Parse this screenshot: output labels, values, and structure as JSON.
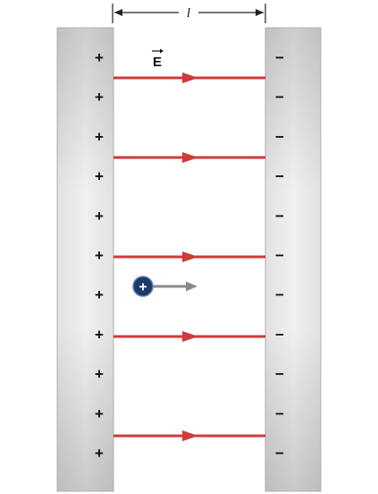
{
  "plate_separation_label": "l",
  "field_label": "E",
  "positive_sign": "+",
  "negative_sign": "−",
  "charge_sign": "+",
  "colors": {
    "plate_edge": "#b9b9b9",
    "plate_shade": "#c8c8c8",
    "plate_highlight": "#eeeeee",
    "field_line": "#cf3a3a",
    "charge_fill": "#1b3a6b",
    "charge_text": "#ffffff",
    "force_arrow": "#8a8a8a"
  },
  "icons": {
    "field_arrow": "arrow-right",
    "charge": "positive-charge",
    "force": "arrow-right"
  }
}
